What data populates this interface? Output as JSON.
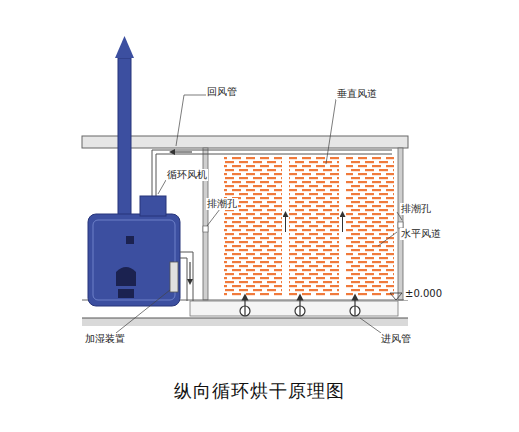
{
  "diagram": {
    "caption": "纵向循环烘干原理图",
    "labels": [
      "回风管",
      "垂直风道",
      "循环风机",
      "排潮孔",
      "排潮孔",
      "水平风道",
      "±0.000",
      "加湿装置",
      "进风管"
    ]
  }
}
